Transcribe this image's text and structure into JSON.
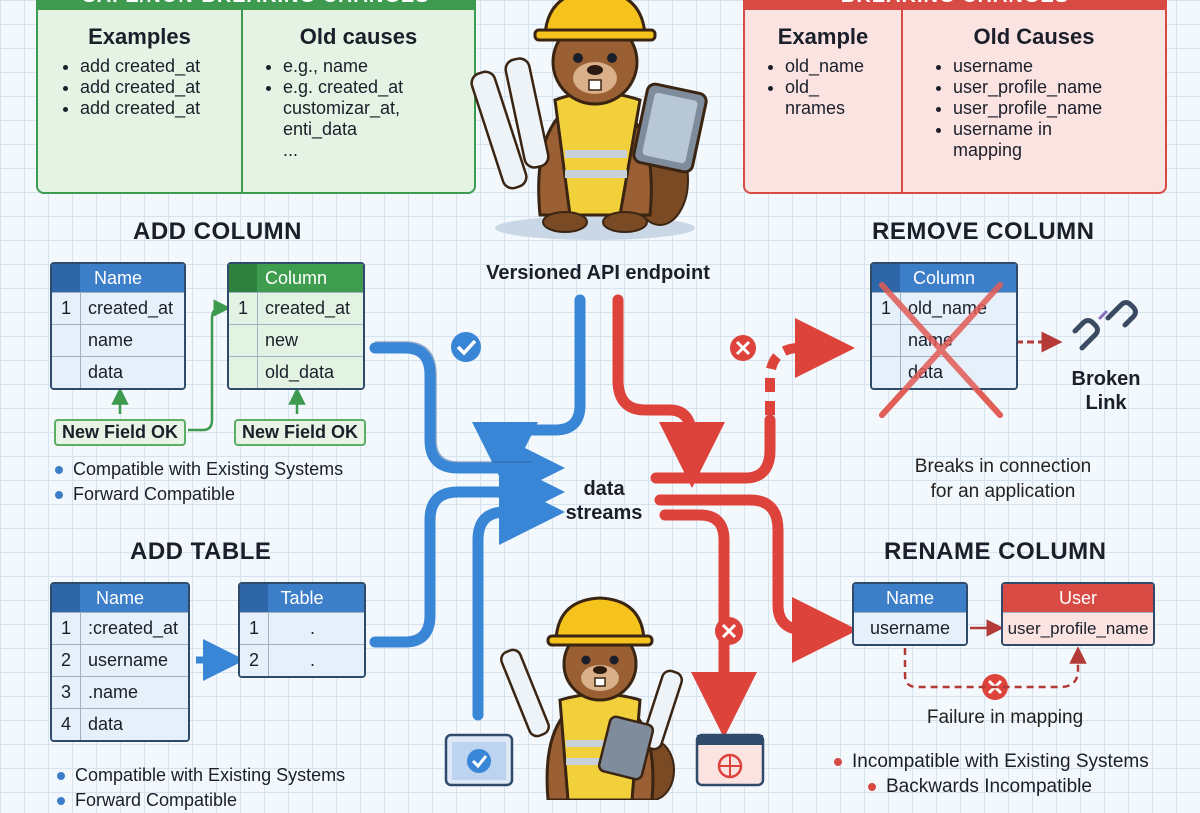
{
  "safe_panel": {
    "title": "SAFE/NON-BREAKING CHANGES",
    "examples_heading": "Examples",
    "examples": [
      "add created_at",
      "add created_at",
      "add created_at"
    ],
    "causes_heading": "Old causes",
    "causes": [
      "e.g., name",
      "e.g. created_at",
      "customizar_at,",
      "enti_data",
      "..."
    ]
  },
  "breaking_panel": {
    "title": "BREAKING CHANGES",
    "examples_heading": "Example",
    "examples": [
      "old_name",
      "old_",
      "nrames"
    ],
    "causes_heading": "Old Causes",
    "causes": [
      "username",
      "user_profile_name",
      "user_profile_name",
      "username in",
      "mapping"
    ]
  },
  "add_column": {
    "heading": "ADD COLUMN",
    "left_table": {
      "header": "Name",
      "rows": [
        {
          "num": "1",
          "val": "created_at"
        },
        {
          "num": "",
          "val": "name"
        },
        {
          "num": "",
          "val": "data"
        }
      ]
    },
    "right_table": {
      "header": "Column",
      "rows": [
        {
          "num": "1",
          "val": "created_at"
        },
        {
          "num": "",
          "val": "new"
        },
        {
          "num": "",
          "val": "old_data"
        }
      ]
    },
    "tag_left": "New Field OK",
    "tag_right": "New Field OK",
    "bullets": [
      "Compatible with Existing Systems",
      "Forward Compatible"
    ]
  },
  "add_table": {
    "heading": "ADD TABLE",
    "left_table": {
      "header": "Name",
      "rows": [
        {
          "num": "1",
          "val": ":created_at"
        },
        {
          "num": "2",
          "val": "username"
        },
        {
          "num": "3",
          "val": ".name"
        },
        {
          "num": "4",
          "val": "data"
        }
      ]
    },
    "right_table": {
      "header": "Table",
      "rows": [
        {
          "num": "1",
          "val": "."
        },
        {
          "num": "2",
          "val": "."
        }
      ]
    },
    "bullets": [
      "Compatible with Existing Systems",
      "Forward Compatible"
    ]
  },
  "center": {
    "endpoint_label": "Versioned API endpoint",
    "streams_label_1": "data",
    "streams_label_2": "streams"
  },
  "remove_column": {
    "heading": "REMOVE COLUMN",
    "table": {
      "header": "Column",
      "rows": [
        {
          "num": "1",
          "val": "old_name"
        },
        {
          "num": "",
          "val": "name"
        },
        {
          "num": "",
          "val": "data"
        }
      ]
    },
    "broken_1": "Broken",
    "broken_2": "Link",
    "note_1": "Breaks in connection",
    "note_2": "for an application"
  },
  "rename_column": {
    "heading": "RENAME COLUMN",
    "old_header": "Name",
    "old_value": "username",
    "new_header": "User",
    "new_value": "user_profile_name",
    "failure": "Failure in mapping",
    "bullets": [
      "Incompatible with Existing Systems",
      "Backwards Incompatible"
    ]
  },
  "colors": {
    "safe": "#3d9a4e",
    "breaking": "#d84a44",
    "flow_blue": "#3a86d6",
    "flow_red": "#dd423b"
  }
}
